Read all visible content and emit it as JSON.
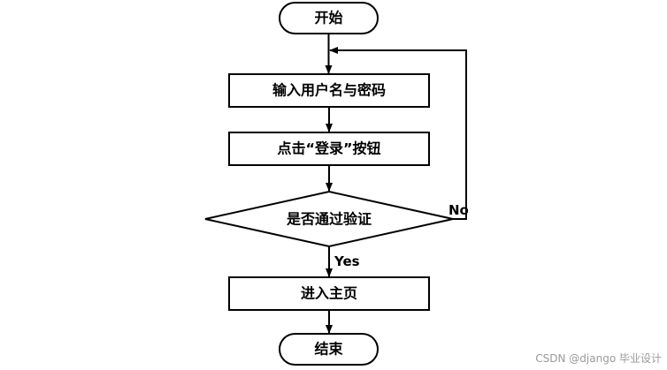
{
  "flowchart": {
    "start": "开始",
    "step_input": "输入用户名与密码",
    "step_click": "点击“登录”按钮",
    "decision": "是否通过验证",
    "step_home": "进入主页",
    "end": "结束",
    "label_no": "No",
    "label_yes": "Yes"
  },
  "watermark": "CSDN @django  毕业设计"
}
